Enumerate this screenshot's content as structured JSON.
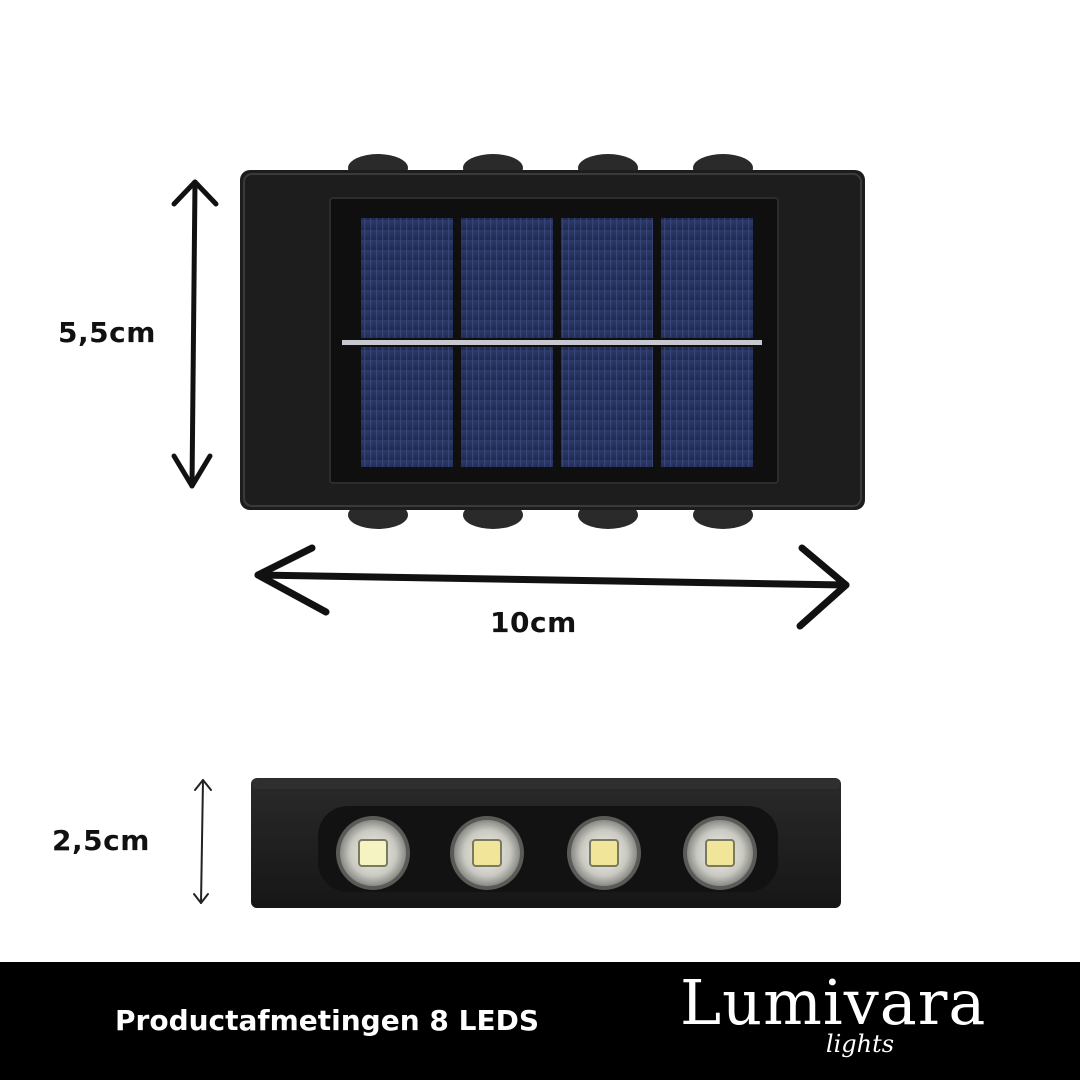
{
  "dimensions": {
    "height": "5,5cm",
    "width": "10cm",
    "depth": "2,5cm"
  },
  "footer": {
    "caption": "Productafmetingen 8 LEDS"
  },
  "brand": {
    "name": "Lumivara",
    "sub": "lights"
  },
  "colors": {
    "housing": "#1c1c1c",
    "solar_cell": "#26315a",
    "led": "#f3efb0",
    "footer_bg": "#000000"
  },
  "icons": [
    "arrow-vertical-icon",
    "arrow-horizontal-icon",
    "solar-panel-icon",
    "led-icon"
  ]
}
